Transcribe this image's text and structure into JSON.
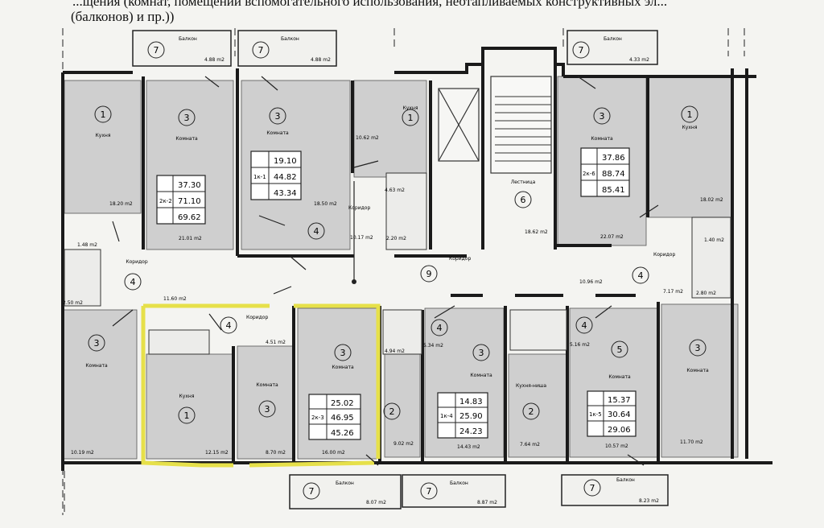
{
  "header": {
    "line1": "...щения (комнат, помещений вспомогательного использования, неотапливаемых конструктивных эл...",
    "line2": "(балконов) и пр.))"
  },
  "colors": {
    "room_fill": "#cfcfcf",
    "wall": "#1a1a1a",
    "highlight": "#e6e04a",
    "paper": "#f4f4f1"
  },
  "rooms": [
    {
      "id": "r1",
      "num": "1",
      "label": "Кухня",
      "area": "18.20 m2"
    },
    {
      "id": "r2",
      "num": "3",
      "label": "Комната",
      "area": "21.01 m2"
    },
    {
      "id": "r3",
      "num": "3",
      "label": "Комната",
      "area": "18.50 m2"
    },
    {
      "id": "r4",
      "num": "1",
      "label": "Кухня",
      "area": "10.62 m2"
    },
    {
      "id": "r5",
      "num": "6",
      "label": "Лестница",
      "area": "18.62 m2"
    },
    {
      "id": "r6",
      "num": "3",
      "label": "Комната",
      "area": "22.07 m2"
    },
    {
      "id": "r7",
      "num": "1",
      "label": "Кухня",
      "area": "18.02 m2"
    },
    {
      "id": "r8",
      "num": "3",
      "label": "Комната",
      "area": "10.19 m2"
    },
    {
      "id": "r9",
      "num": "1",
      "label": "Кухня",
      "area": "12.15 m2"
    },
    {
      "id": "r10",
      "num": "3",
      "label": "Комната",
      "area": "8.70 m2"
    },
    {
      "id": "r11",
      "num": "3",
      "label": "Комната",
      "area": "16.00 m2"
    },
    {
      "id": "r12",
      "num": "2",
      "label": "",
      "area": "9.02 m2"
    },
    {
      "id": "r13",
      "num": "3",
      "label": "Комната",
      "area": "14.43 m2"
    },
    {
      "id": "r14",
      "num": "2",
      "label": "Кухня-ниша",
      "area": "7.64 m2"
    },
    {
      "id": "r15",
      "num": "5",
      "label": "Комната",
      "area": "10.57 m2"
    },
    {
      "id": "r16",
      "num": "3",
      "label": "Комната",
      "area": "11.70 m2"
    }
  ],
  "corridors": [
    {
      "id": "c1",
      "num": "4",
      "label": "Коридор",
      "area": "11.60 m2"
    },
    {
      "id": "c2",
      "num": "4",
      "label": "Коридор",
      "area": "10.17 m2"
    },
    {
      "id": "c3",
      "num": "9",
      "label": "Коридор",
      "area": ""
    },
    {
      "id": "c4",
      "num": "4",
      "label": "Коридор",
      "area": "7.17 m2"
    },
    {
      "id": "c5",
      "num": "4",
      "label": "Коридор",
      "area": ""
    },
    {
      "id": "c6",
      "num": "4",
      "label": "",
      "area": "5.34 m2"
    },
    {
      "id": "c7",
      "num": "4",
      "label": "",
      "area": "5.16 m2"
    },
    {
      "id": "c8",
      "num": "4",
      "label": "",
      "area": "10.96 m2"
    }
  ],
  "balconies": [
    {
      "id": "b1",
      "num": "7",
      "label": "Балкон",
      "area": "4.88 m2"
    },
    {
      "id": "b2",
      "num": "7",
      "label": "Балкон",
      "area": "4.88 m2"
    },
    {
      "id": "b3",
      "num": "7",
      "label": "Балкон",
      "area": "4.33 m2"
    },
    {
      "id": "b4",
      "num": "7",
      "label": "Балкон",
      "area": "8.07 m2"
    },
    {
      "id": "b5",
      "num": "7",
      "label": "Балкон",
      "area": "8.87 m2"
    },
    {
      "id": "b6",
      "num": "7",
      "label": "Балкон",
      "area": "8.23 m2"
    }
  ],
  "apartments": [
    {
      "id": "a1",
      "code": "2к-2",
      "living": "37.30",
      "total": "71.10",
      "area": "69.62"
    },
    {
      "id": "a2",
      "code": "1к-1",
      "living": "19.10",
      "total": "44.82",
      "area": "43.34"
    },
    {
      "id": "a3",
      "code": "2к-6",
      "living": "37.86",
      "total": "88.74",
      "area": "85.41"
    },
    {
      "id": "a4",
      "code": "2к-3",
      "living": "25.02",
      "total": "46.95",
      "area": "45.26"
    },
    {
      "id": "a5",
      "code": "1к-4",
      "living": "14.83",
      "total": "25.90",
      "area": "24.23"
    },
    {
      "id": "a6",
      "code": "1к-5",
      "living": "15.37",
      "total": "30.64",
      "area": "29.06"
    }
  ],
  "small_areas": [
    {
      "id": "s1",
      "area": "4.63 m2"
    },
    {
      "id": "s2",
      "area": "2.20 m2"
    },
    {
      "id": "s3",
      "area": "4.94 m2"
    },
    {
      "id": "s4",
      "area": "2.50 m2"
    },
    {
      "id": "s5",
      "area": "1.48 m2"
    },
    {
      "id": "s6",
      "area": "1.40 m2"
    },
    {
      "id": "s7",
      "area": "2.80 m2"
    },
    {
      "id": "s8",
      "area": "4.51 m2"
    }
  ]
}
